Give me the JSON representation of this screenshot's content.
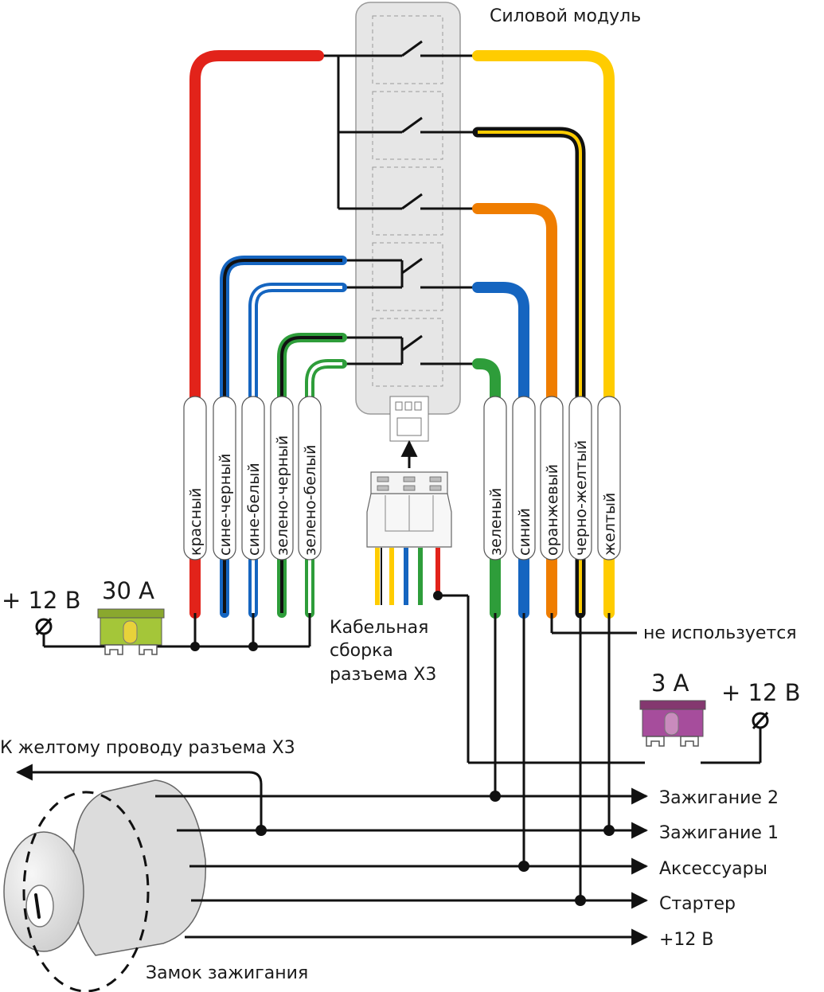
{
  "power_module": {
    "title": "Силовой модуль"
  },
  "wire_labels": {
    "red": "красный",
    "blue_black": "сине-черный",
    "blue_white": "сине-белый",
    "green_black": "зелено-черный",
    "green_white": "зелено-белый",
    "green": "зеленый",
    "blue": "синий",
    "orange": "оранжевый",
    "black_yellow": "черно-желтый",
    "yellow": "желтый"
  },
  "fuse_30a": {
    "rating": "30 А",
    "supply": "+ 12 В"
  },
  "fuse_3a": {
    "rating": "3 А",
    "supply": "+ 12 В"
  },
  "connector_x3": {
    "caption_lines": [
      "Кабельная",
      "сборка",
      "разъема Х3"
    ]
  },
  "not_used": "не используется",
  "yellow_wire_note": "К желтому проводу разъема Х3",
  "ignition_lock": {
    "label": "Замок зажигания"
  },
  "outputs": [
    "Зажигание 2",
    "Зажигание 1",
    "Аксессуары",
    "Стартер",
    "+12 В"
  ],
  "colors": {
    "red": "#e2231a",
    "blue": "#1565c0",
    "green": "#2e9d3a",
    "orange": "#ef7d00",
    "yellow": "#ffcc00",
    "black": "#111111",
    "fuse_30a": "#a4c639",
    "fuse_3a": "#a64d9c",
    "module_fill": "#e6e6e6"
  }
}
